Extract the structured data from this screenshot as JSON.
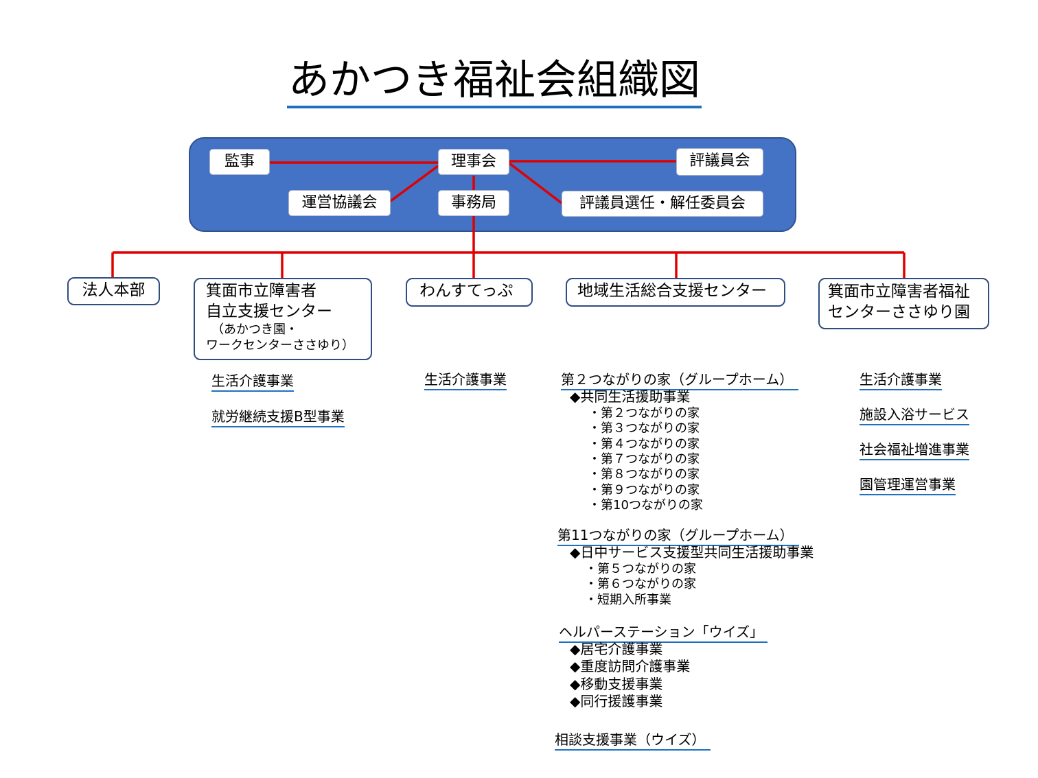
{
  "title": "あかつき福祉会組織図",
  "colors": {
    "panel": "#4472c4",
    "connector": "#e00000",
    "underline": "#1f6fbf"
  },
  "governance": {
    "audit": "監事",
    "board": "理事会",
    "council": "評議員会",
    "operations_committee": "運営協議会",
    "secretariat": "事務局",
    "selection_committee": "評議員選任・解任委員会"
  },
  "units": {
    "hq": {
      "label": "法人本部"
    },
    "jiritsu": {
      "line1": "箕面市立障害者",
      "line2": "自立支援センター",
      "sub1": "（あかつき園・",
      "sub2": "ワークセンターささゆり）",
      "services": [
        "生活介護事業",
        "就労継続支援B型事業"
      ]
    },
    "wansu": {
      "label": "わんすてっぷ",
      "services": [
        "生活介護事業"
      ]
    },
    "chiiki": {
      "label": "地域生活総合支援センター",
      "group1": {
        "heading": "第２つながりの家（グループホーム）",
        "program": "◆共同生活援助事業",
        "homes": [
          "・第２つながりの家",
          "・第３つながりの家",
          "・第４つながりの家",
          "・第７つながりの家",
          "・第８つながりの家",
          "・第９つながりの家",
          "・第10つながりの家"
        ]
      },
      "group2": {
        "heading": "第11つながりの家（グループホーム）",
        "program": "◆日中サービス支援型共同生活援助事業",
        "homes": [
          "・第５つながりの家",
          "・第６つながりの家",
          "・短期入所事業"
        ]
      },
      "helper": {
        "heading": "ヘルパーステーション「ウイズ」",
        "programs": [
          "◆居宅介護事業",
          "◆重度訪問介護事業",
          "◆移動支援事業",
          "◆同行援護事業"
        ]
      },
      "consult": "相談支援事業（ウイズ）"
    },
    "sasayuri": {
      "line1": "箕面市立障害者福祉",
      "line2": "センターささゆり園",
      "services": [
        "生活介護事業",
        "施設入浴サービス",
        "社会福祉増進事業",
        "園管理運営事業"
      ]
    }
  }
}
